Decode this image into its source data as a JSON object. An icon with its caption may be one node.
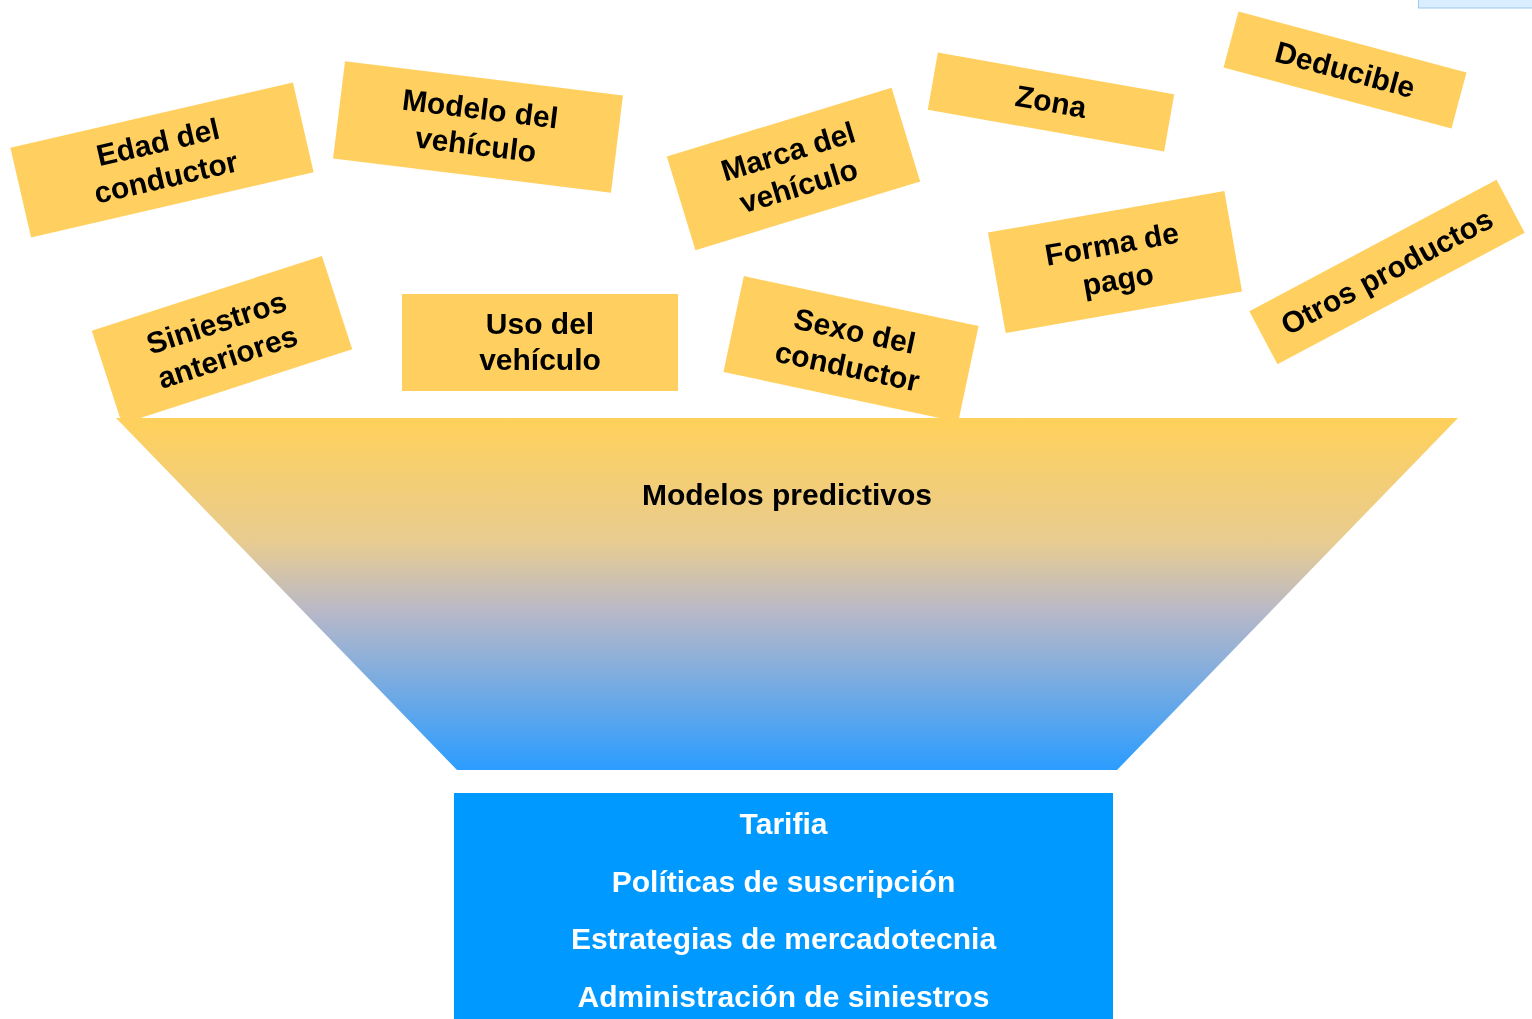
{
  "diagram": {
    "nodes": [
      {
        "text": [
          "Edad del conductor"
        ]
      },
      {
        "text": [
          "Modelo del vehículo"
        ]
      },
      {
        "text": [
          "Marca del vehículo"
        ]
      },
      {
        "text": [
          "Zona"
        ]
      },
      {
        "text": [
          "Deducible"
        ]
      },
      {
        "text": [
          "Siniestros anteriores"
        ]
      },
      {
        "text": [
          "Uso del vehículo"
        ]
      },
      {
        "text": [
          "Sexo del conductor"
        ]
      },
      {
        "text": [
          "Forma de pago"
        ]
      },
      {
        "text": [
          "Otros productos"
        ]
      },
      {
        "text": [
          "Modelos predictivos"
        ]
      },
      {
        "text": [
          "Tarifia",
          "Políticas de suscripción",
          "Estrategias de mercadotecnia",
          "Administración de siniestros"
        ]
      }
    ],
    "edges": []
  }
}
